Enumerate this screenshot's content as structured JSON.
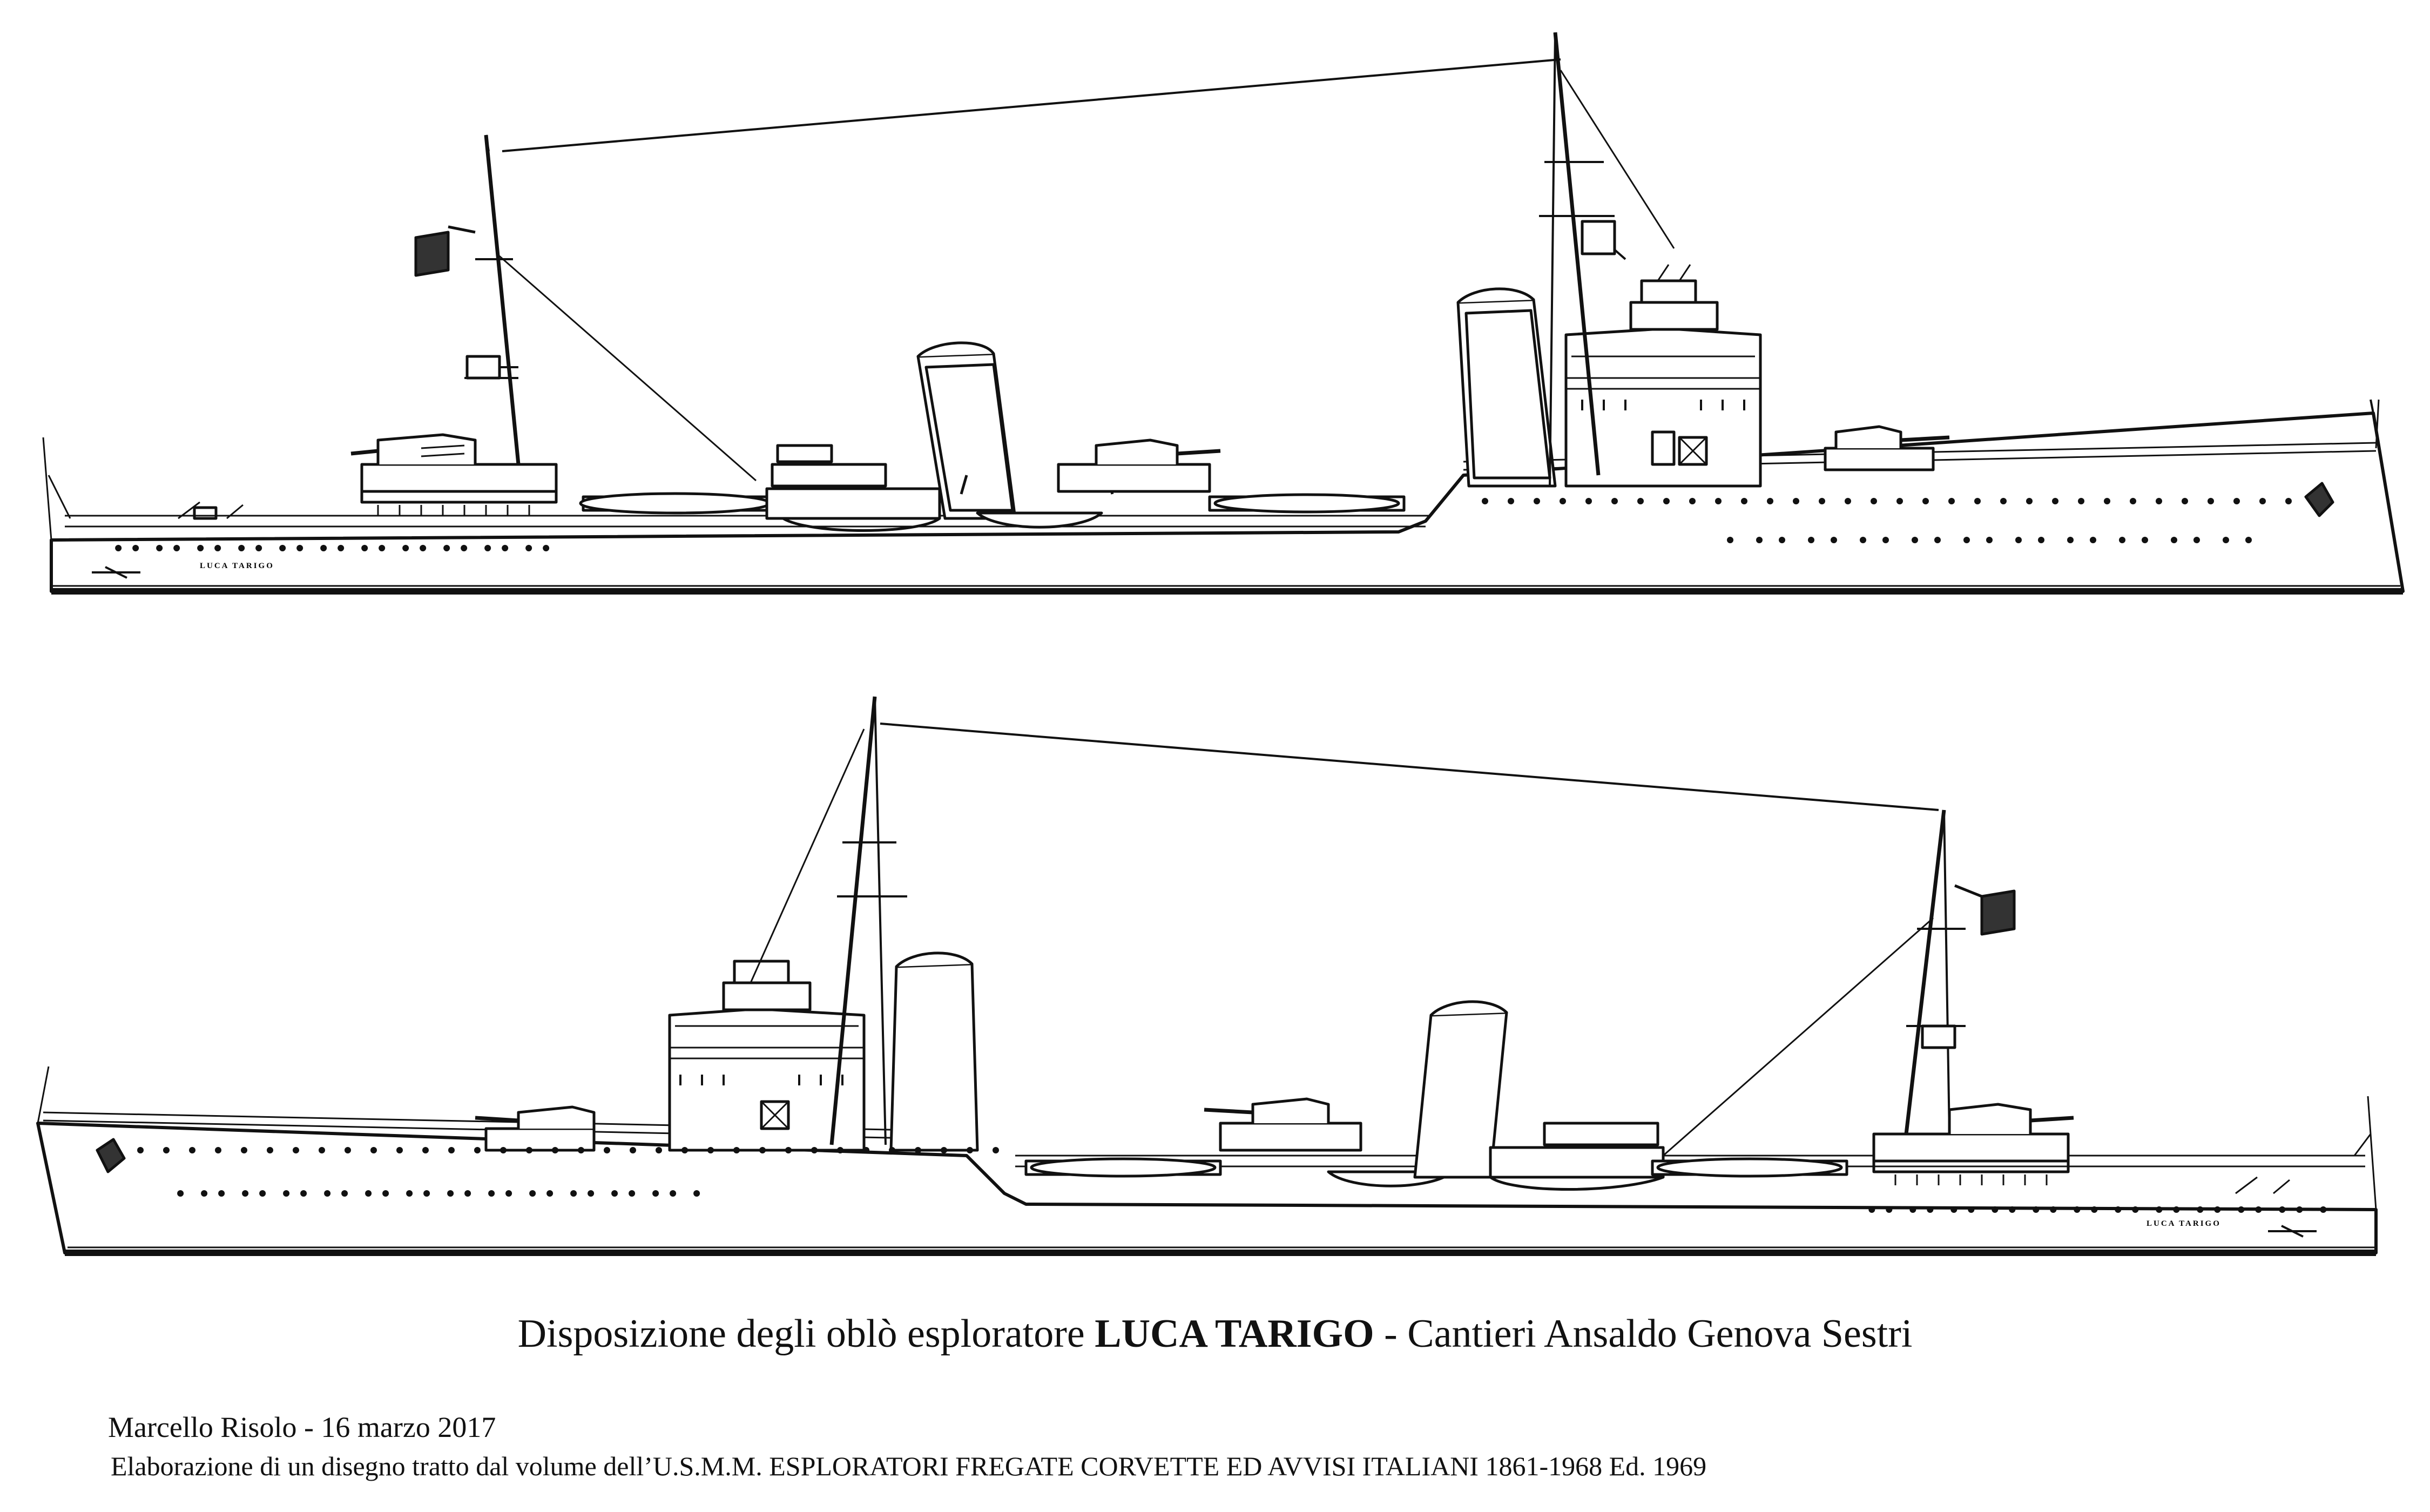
{
  "ship_labels": {
    "top": "LUCA TARIGO",
    "bottom": "LUCA TARIGO"
  },
  "caption": {
    "prefix": "Disposizione degli oblò esploratore ",
    "ship_name": "LUCA TARIGO",
    "suffix": " - Cantieri Ansaldo Genova Sestri"
  },
  "credit": {
    "author_date": "Marcello Risolo - 16 marzo 2017",
    "source": "Elaborazione di un disegno tratto dal volume dell’U.S.M.M. ESPLORATORI FREGATE CORVETTE ED AVVISI ITALIANI 1861-1968 Ed. 1969"
  },
  "colors": {
    "ink": "#111111",
    "background": "#ffffff"
  }
}
